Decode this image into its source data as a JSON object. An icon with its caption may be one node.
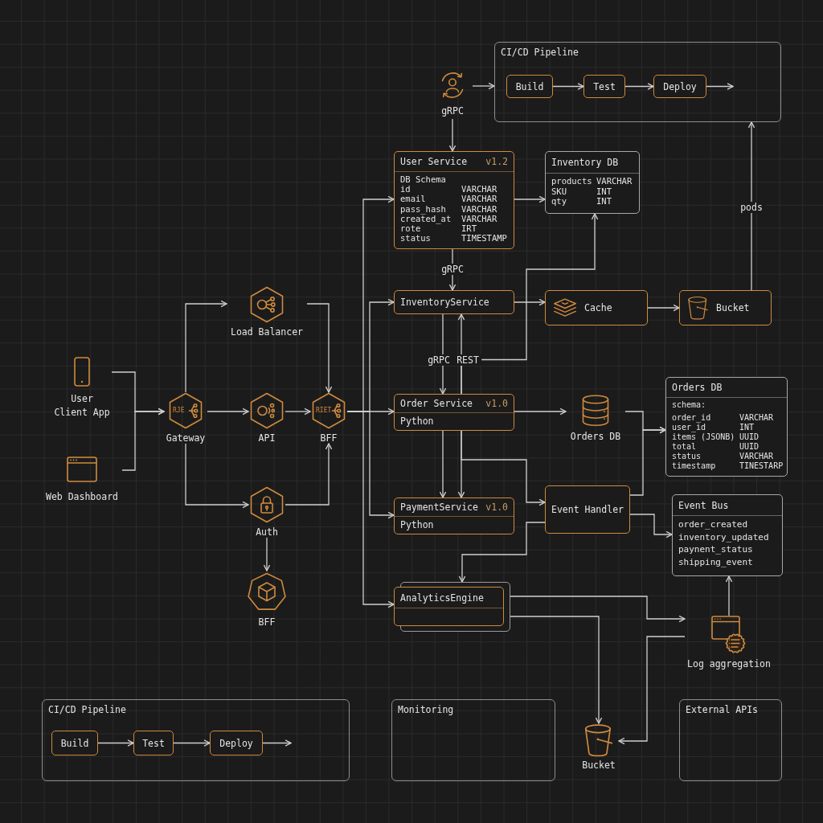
{
  "diagram": {
    "nodes": [
      {
        "text": [
          "gRPC"
        ]
      },
      {
        "text": [
          "CI/CD Pipeline"
        ]
      },
      {
        "text": [
          "Build"
        ],
        "in": 1
      },
      {
        "text": [
          "Test"
        ],
        "in": 1
      },
      {
        "text": [
          "Deploy"
        ],
        "in": 1
      },
      {
        "text": [
          "User Service",
          "v1.2",
          "DB Schema",
          "id",
          "VARCHAR",
          "email",
          "VARCHAR",
          "pass_hash",
          "VARCHAR",
          "created_at",
          "VARCHAR",
          "rote",
          "IRT",
          "status",
          "TIMESTAMP"
        ]
      },
      {
        "text": [
          "Inventory DB",
          "products",
          "VARCHAR",
          "SKU",
          "INT",
          "qty",
          "INT"
        ]
      },
      {
        "text": [
          "InventoryService"
        ]
      },
      {
        "text": [
          "Cache"
        ]
      },
      {
        "text": [
          "Bucket"
        ]
      },
      {
        "text": [
          "Load Balancer"
        ]
      },
      {
        "text": [
          "User Client App"
        ]
      },
      {
        "text": [
          "RJE",
          "Gateway"
        ]
      },
      {
        "text": [
          "API"
        ]
      },
      {
        "text": [
          "RIET",
          "BFF"
        ]
      },
      {
        "text": [
          "Order Service",
          "v1.0",
          "Python"
        ]
      },
      {
        "text": [
          "Orders DB"
        ]
      },
      {
        "text": [
          "Orders DB",
          "schema:",
          "order_id",
          "VARCHAR",
          "user_id",
          "INT",
          "items (JSONB)",
          "UUID",
          "total",
          "UUID",
          "status",
          "VARCHAR",
          "timestamp",
          "TINESTARP"
        ]
      },
      {
        "text": [
          "Web Dashboard"
        ]
      },
      {
        "text": [
          "Event Handler"
        ]
      },
      {
        "text": [
          "PaymentService",
          "v1.0",
          "Python"
        ]
      },
      {
        "text": [
          "Event Bus",
          "order_created",
          "inventory_updated",
          "paynent_status",
          "shipping_event"
        ]
      },
      {
        "text": [
          "Auth"
        ]
      },
      {
        "text": [
          "AnalyticsEngine"
        ]
      },
      {
        "text": [
          "BFF"
        ]
      },
      {
        "text": [
          "Log aggregation"
        ]
      },
      {
        "text": [
          "CI/CD Pipeline"
        ]
      },
      {
        "text": [
          "Build"
        ],
        "in": 26
      },
      {
        "text": [
          "Test"
        ],
        "in": 26
      },
      {
        "text": [
          "Deploy"
        ],
        "in": 26
      },
      {
        "text": [
          "Monitoring"
        ]
      },
      {
        "text": [
          "Bucket"
        ]
      },
      {
        "text": [
          "External APIs"
        ]
      }
    ],
    "edges": [
      {
        "from": 0,
        "to": 1,
        "arrow": "to"
      },
      {
        "from": 2,
        "to": 3,
        "arrow": "to"
      },
      {
        "from": 3,
        "to": 4,
        "arrow": "to"
      },
      {
        "from": 4,
        "to": null,
        "arrow": "to"
      },
      {
        "from": 0,
        "to": 5,
        "arrow": "to"
      },
      {
        "from": 5,
        "to": 6,
        "arrow": "to"
      },
      {
        "from": 5,
        "to": 7,
        "arrow": "to",
        "label": "gRPC"
      },
      {
        "from": 9,
        "to": 1,
        "arrow": "to",
        "label": "pods"
      },
      {
        "from": 7,
        "to": 8,
        "arrow": "to"
      },
      {
        "from": 8,
        "to": 9,
        "arrow": "to"
      },
      {
        "from": 15,
        "to": 6,
        "arrow": "to"
      },
      {
        "from": 7,
        "to": 15,
        "arrow": "to",
        "label": "gRPC"
      },
      {
        "from": 15,
        "to": 7,
        "arrow": "to",
        "label": "REST"
      },
      {
        "from": 11,
        "to": 12,
        "arrow": "to"
      },
      {
        "from": 18,
        "to": 12,
        "arrow": "to"
      },
      {
        "from": 12,
        "to": 10,
        "arrow": "to"
      },
      {
        "from": 12,
        "to": 13,
        "arrow": "to"
      },
      {
        "from": 12,
        "to": 22,
        "arrow": "to"
      },
      {
        "from": 10,
        "to": 14,
        "arrow": "to"
      },
      {
        "from": 13,
        "to": 14,
        "arrow": "to"
      },
      {
        "from": 22,
        "to": 14,
        "arrow": "to"
      },
      {
        "from": 22,
        "to": 24,
        "arrow": "to"
      },
      {
        "from": 14,
        "to": 5,
        "arrow": "to"
      },
      {
        "from": 14,
        "to": 7,
        "arrow": "to"
      },
      {
        "from": 14,
        "to": 15,
        "arrow": "to"
      },
      {
        "from": 14,
        "to": 20,
        "arrow": "to"
      },
      {
        "from": 14,
        "to": 23,
        "arrow": "to"
      },
      {
        "from": 15,
        "to": 16,
        "arrow": "to"
      },
      {
        "from": 16,
        "to": 17,
        "arrow": "to"
      },
      {
        "from": 19,
        "to": 17,
        "arrow": "to"
      },
      {
        "from": 19,
        "to": 21,
        "arrow": "to"
      },
      {
        "from": 15,
        "to": 20,
        "arrow": "to"
      },
      {
        "from": 15,
        "to": 20,
        "arrow": "to"
      },
      {
        "from": 15,
        "to": 19,
        "arrow": "to"
      },
      {
        "from": 19,
        "to": 23,
        "arrow": "to"
      },
      {
        "from": 23,
        "to": 25,
        "arrow": "to"
      },
      {
        "from": 23,
        "to": 31,
        "arrow": "to"
      },
      {
        "from": 25,
        "to": 31,
        "arrow": "to"
      },
      {
        "from": 25,
        "to": 21,
        "arrow": "to"
      },
      {
        "from": 27,
        "to": 28,
        "arrow": "to"
      },
      {
        "from": 28,
        "to": 29,
        "arrow": "to"
      },
      {
        "from": 29,
        "to": null,
        "arrow": "to"
      }
    ]
  }
}
